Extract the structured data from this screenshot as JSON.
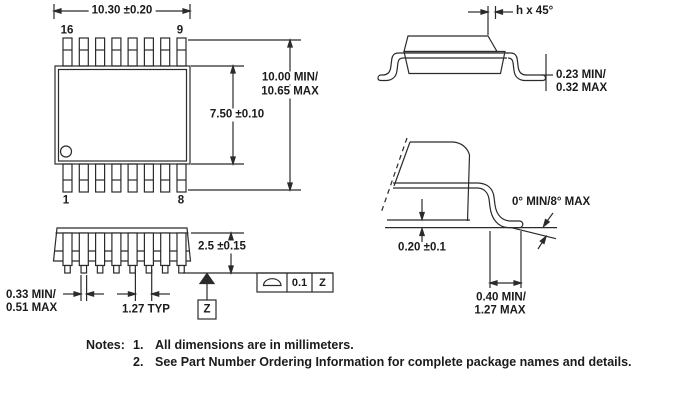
{
  "drawing": {
    "title_hint": "IC package mechanical outline drawing (16-lead SSOP)",
    "colors": {
      "line": "#2b2b2b",
      "text": "#1b1b1b",
      "background": "#ffffff"
    },
    "top_view": {
      "dim_width": "10.30 ±0.20",
      "pin_top_left": "16",
      "pin_top_right": "9",
      "pin_bottom_left": "1",
      "pin_bottom_right": "8",
      "dim_body": "7.50 ±0.10",
      "dim_overall_line1": "10.00 MIN/",
      "dim_overall_line2": "10.65 MAX"
    },
    "side_view": {
      "dim_chamfer": "h x 45°",
      "dim_lead_thickness_line1": "0.23 MIN/",
      "dim_lead_thickness_line2": "0.32 MAX"
    },
    "front_view": {
      "dim_height": "2.5 ±0.15",
      "dim_lead_width_line1": "0.33 MIN/",
      "dim_lead_width_line2": "0.51 MAX",
      "dim_pitch": "1.27 TYP",
      "datum_label": "Z",
      "fcf_tolerance": "0.1",
      "fcf_datum": "Z"
    },
    "lead_detail": {
      "dim_angle": "0° MIN/8° MAX",
      "dim_standoff": "0.20 ±0.1",
      "dim_foot_line1": "0.40 MIN/",
      "dim_foot_line2": "1.27 MAX"
    },
    "notes": {
      "label": "Notes:",
      "item1_num": "1.",
      "item1_text": "All dimensions are in millimeters.",
      "item2_num": "2.",
      "item2_text": "See Part Number Ordering Information for complete package names and details."
    }
  }
}
